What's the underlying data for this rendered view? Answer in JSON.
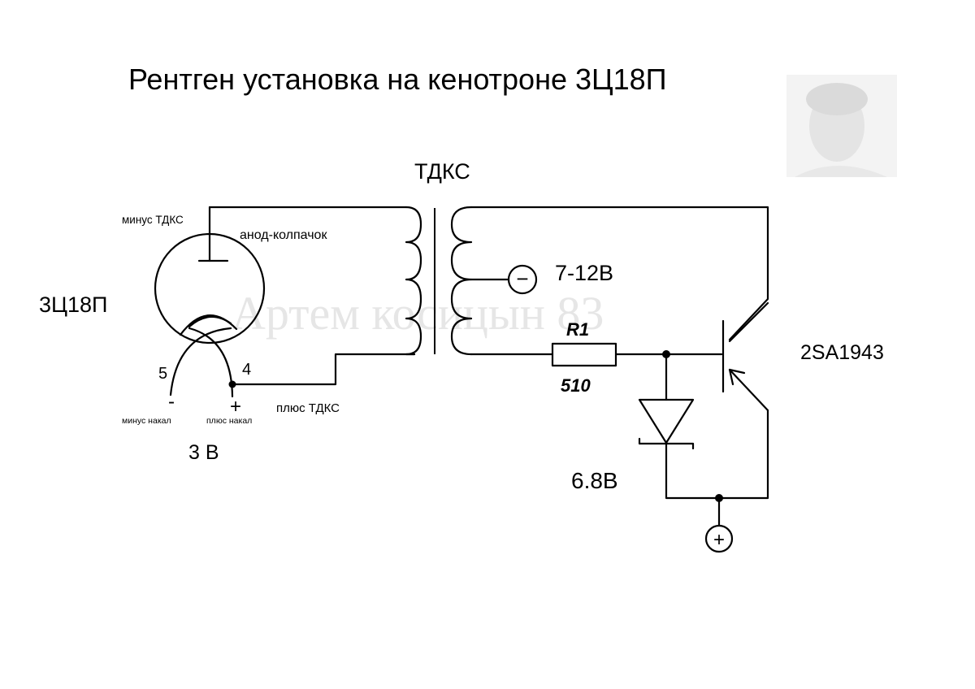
{
  "title": "Рентген установка на кенотроне 3Ц18П",
  "transformer_label": "ТДКС",
  "tube": {
    "name": "3Ц18П",
    "anode_minus": "минус ТДКС",
    "anode_cap": "анод-колпачок",
    "pin5": "5",
    "pin4": "4",
    "minus_sign": "-",
    "plus_sign": "+",
    "minus_heater": "минус накал",
    "plus_heater": "плюс накал",
    "plus_tdks": "плюс ТДКС",
    "heater_voltage": "3 В"
  },
  "supply": {
    "minus_symbol": "−",
    "voltage": "7-12В",
    "plus_symbol": "+"
  },
  "resistor": {
    "ref": "R1",
    "value": "510"
  },
  "zener": {
    "voltage": "6.8В"
  },
  "transistor": {
    "part": "2SA1943"
  },
  "watermark": "Артем косицын 83"
}
